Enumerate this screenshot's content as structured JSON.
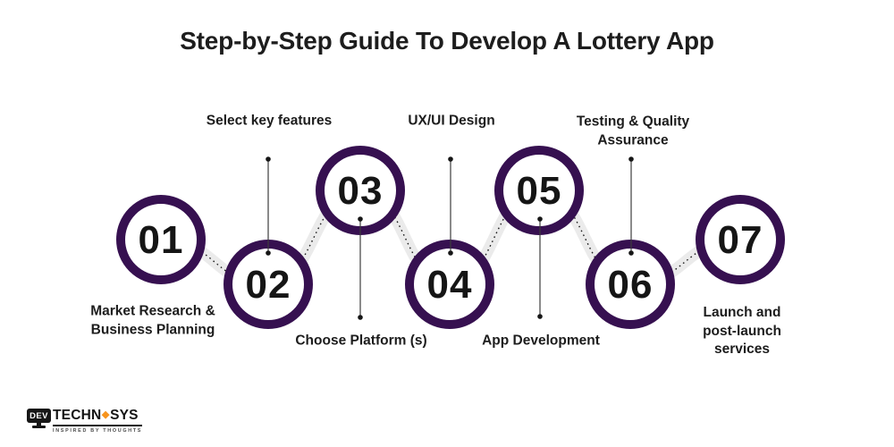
{
  "title": "Step-by-Step Guide To Develop A Lottery App",
  "steps": [
    {
      "number": "01",
      "label": "Market Research & Business Planning",
      "label_position": "bottom"
    },
    {
      "number": "02",
      "label": "Select key features",
      "label_position": "top"
    },
    {
      "number": "03",
      "label": "Choose Platform (s)",
      "label_position": "bottom"
    },
    {
      "number": "04",
      "label": "UX/UI Design",
      "label_position": "top"
    },
    {
      "number": "05",
      "label": "App Development",
      "label_position": "bottom"
    },
    {
      "number": "06",
      "label": "Testing & Quality Assurance",
      "label_position": "top"
    },
    {
      "number": "07",
      "label": "Launch and post-launch services",
      "label_position": "bottom"
    }
  ],
  "colors": {
    "ring_purple": "#361050",
    "ribbon_gray": "#ebebeb",
    "dotted_line": "#1c1c1c",
    "text_black": "#1d1d1d",
    "logo_orange": "#f7941d",
    "background": "#ffffff"
  },
  "logo": {
    "screen_text": "DEV",
    "brand_part1": "TECHN",
    "brand_part2": "SYS",
    "tagline": "INSPIRED BY THOUGHTS"
  }
}
